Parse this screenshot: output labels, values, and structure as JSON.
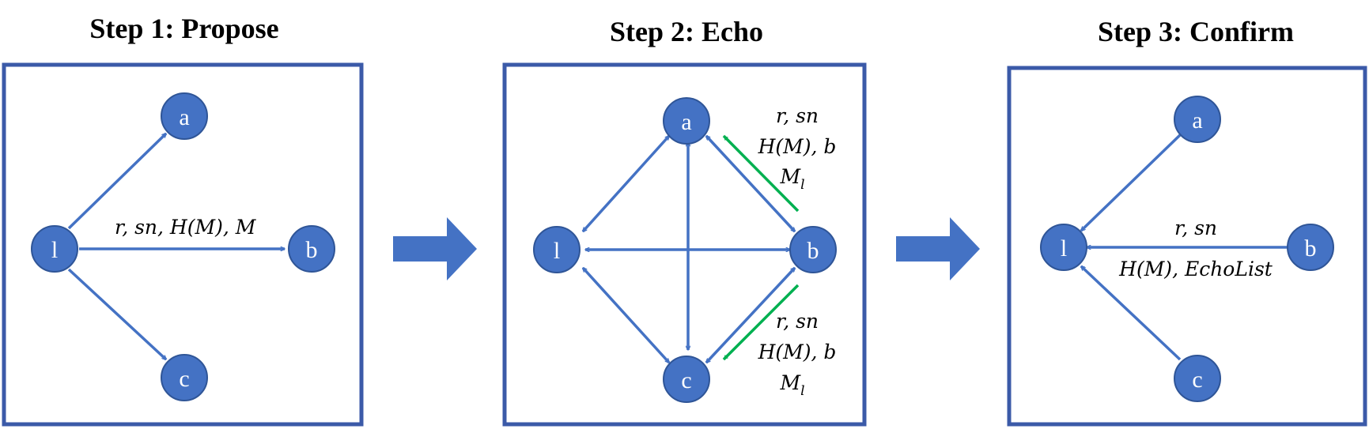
{
  "colors": {
    "node_fill": "#4472c4",
    "edge": "#4472c4",
    "panel_border": "#3b5aa8",
    "highlight_edge": "#00b050",
    "flow_arrow": "#4472c4"
  },
  "panels": [
    {
      "title": "Step 1: Propose",
      "nodes": {
        "l": "l",
        "a": "a",
        "b": "b",
        "c": "c"
      },
      "labels": [
        "r, sn, H(M), M"
      ]
    },
    {
      "title": "Step 2: Echo",
      "nodes": {
        "l": "l",
        "a": "a",
        "b": "b",
        "c": "c"
      },
      "labels_top": [
        "r, sn",
        "H(M), b",
        "M_l"
      ],
      "labels_bottom": [
        "r, sn",
        "H(M), b",
        "M_l"
      ]
    },
    {
      "title": "Step 3: Confirm",
      "nodes": {
        "l": "l",
        "a": "a",
        "b": "b",
        "c": "c"
      },
      "labels": [
        "r, sn",
        "H(M), EchoList"
      ]
    }
  ],
  "flow_arrows": [
    "right-arrow",
    "right-arrow"
  ]
}
